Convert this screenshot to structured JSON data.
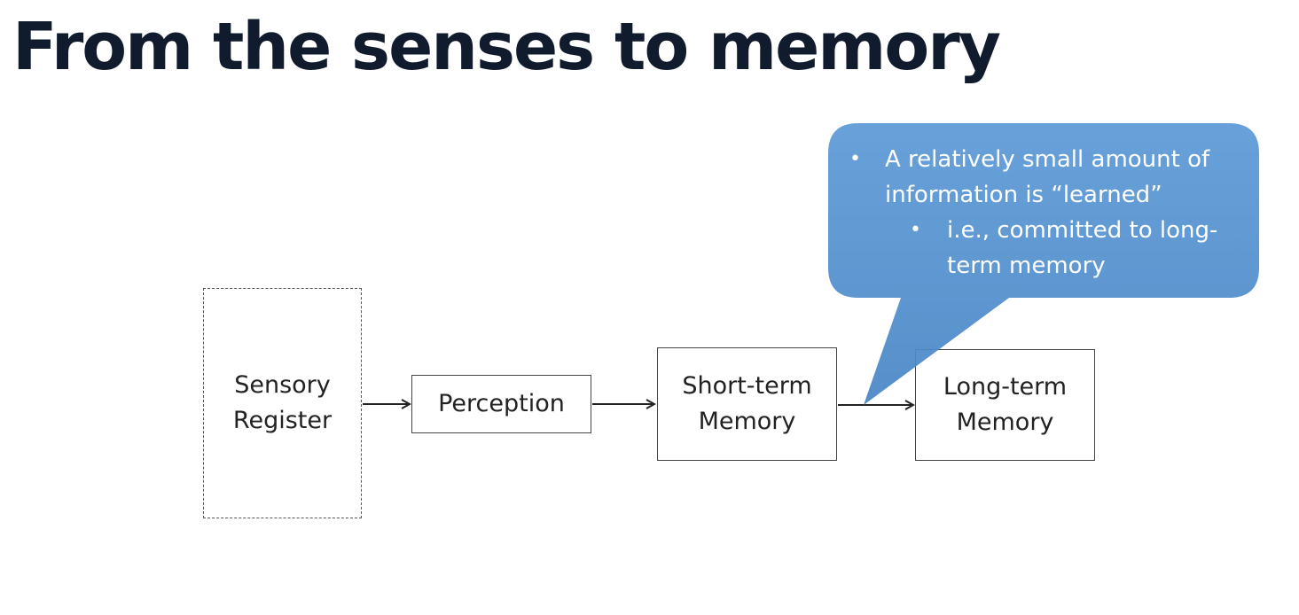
{
  "slide": {
    "title": "From the senses to memory"
  },
  "diagram": {
    "nodes": [
      {
        "id": "sensory",
        "lines": [
          "Sensory",
          "Register"
        ],
        "style": "dashed"
      },
      {
        "id": "perception",
        "lines": [
          "Perception"
        ],
        "style": "solid"
      },
      {
        "id": "stm",
        "lines": [
          "Short-term",
          "Memory"
        ],
        "style": "solid"
      },
      {
        "id": "ltm",
        "lines": [
          "Long-term",
          "Memory"
        ],
        "style": "solid"
      }
    ],
    "edges": [
      {
        "from": "sensory",
        "to": "perception"
      },
      {
        "from": "perception",
        "to": "stm"
      },
      {
        "from": "stm",
        "to": "ltm"
      }
    ]
  },
  "callout": {
    "color": "#5a97d4",
    "bullet_glyph": "•",
    "bullet1": {
      "line1": "A relatively small amount of",
      "line2": "information is “learned”"
    },
    "bullet2": {
      "line1": "i.e., committed to long-",
      "line2": "term memory"
    }
  }
}
